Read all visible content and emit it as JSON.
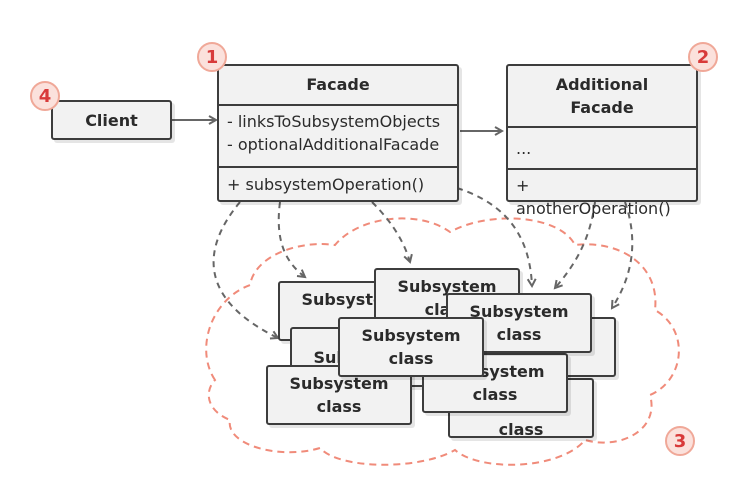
{
  "client": {
    "label": "Client"
  },
  "facade": {
    "title": "Facade",
    "fields": [
      "- linksToSubsystemObjects",
      "- optionalAdditionalFacade"
    ],
    "method": "+ subsystemOperation()"
  },
  "additional_facade": {
    "title_line1": "Additional",
    "title_line2": "Facade",
    "fields": "...",
    "method": "+ anotherOperation()"
  },
  "subsystem": {
    "line1": "Subsystem",
    "line2": "class"
  },
  "badges": [
    "1",
    "2",
    "3",
    "4"
  ],
  "colors": {
    "accent": "#f0a898",
    "badge_text": "#d83a3a",
    "box_fill": "#f2f2f2",
    "stroke": "#3d3d3d"
  }
}
